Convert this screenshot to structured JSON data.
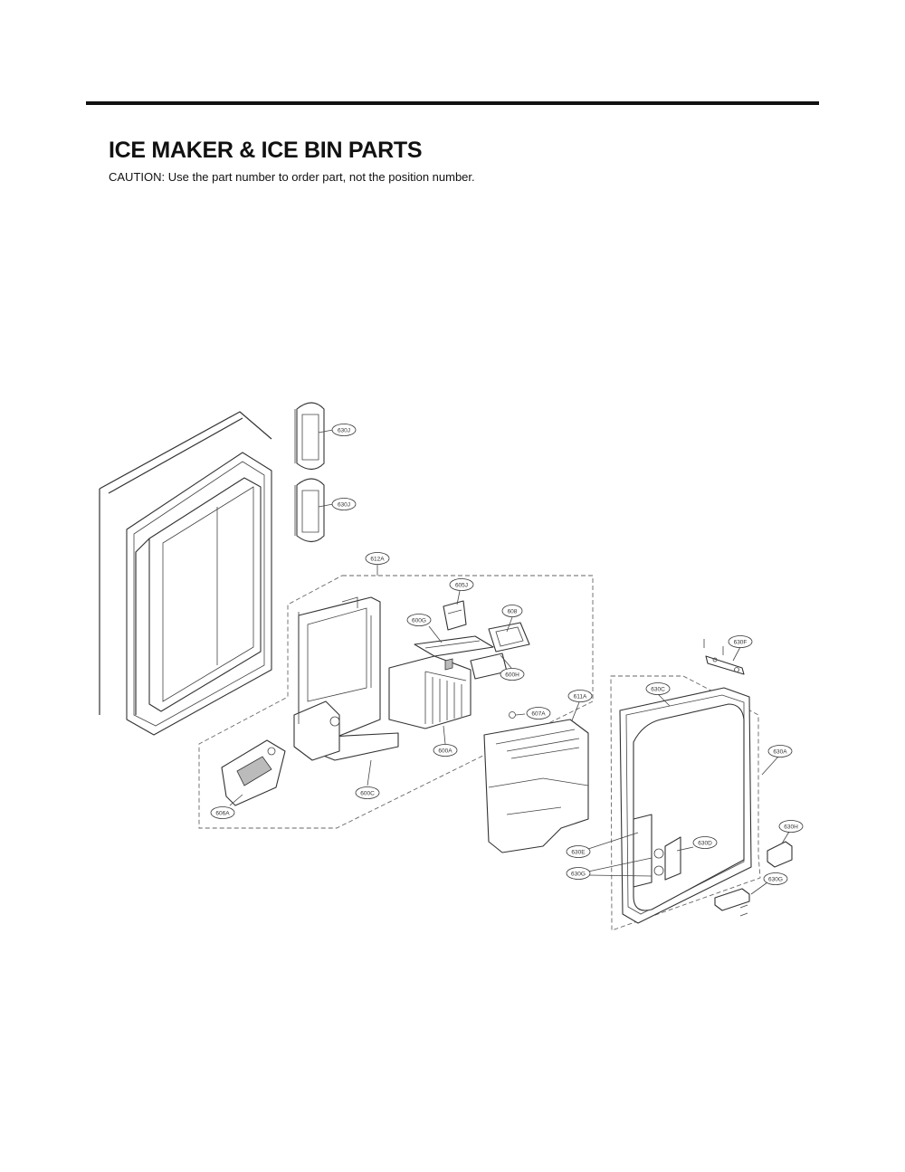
{
  "header": {
    "title": "ICE MAKER & ICE BIN PARTS",
    "caution": "CAUTION: Use the part number to order part, not the position number."
  },
  "diagram": {
    "callouts": {
      "c630J_a": "630J",
      "c630J_b": "630J",
      "c612A": "612A",
      "c605J": "605J",
      "c600G": "600G",
      "c608": "608",
      "c600H": "600H",
      "c600A": "600A",
      "c600C": "600C",
      "c606A": "606A",
      "c607A": "607A",
      "c611A": "611A",
      "c630F": "630F",
      "c630C": "630C",
      "c630A": "630A",
      "c630H": "630H",
      "c630D": "630D",
      "c630E": "630E",
      "c630G_a": "630G",
      "c630G_b": "630G"
    }
  }
}
